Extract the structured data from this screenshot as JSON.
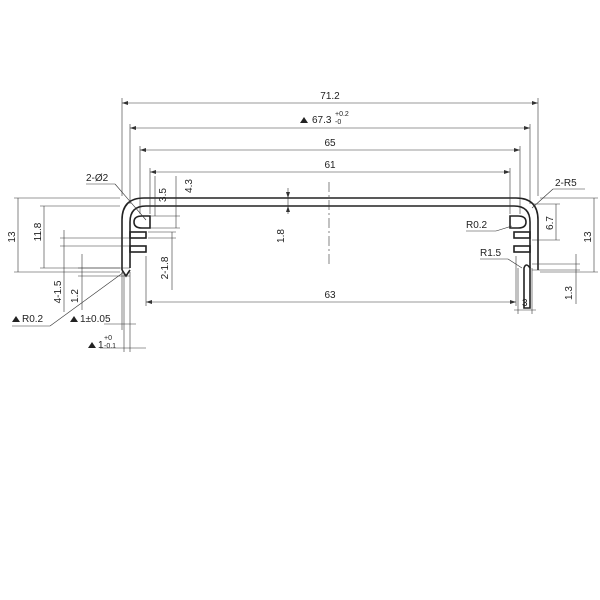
{
  "drawing": {
    "dims": {
      "overall_width": "71.2",
      "tol_width_value": "67.3",
      "tol_width_plus": "+0.2",
      "tol_width_minus": "-0",
      "inner_width_65": "65",
      "inner_width_61": "61",
      "holes": "2-Ø2",
      "radius_r5": "2-R5",
      "d_3_5": "3.5",
      "d_4_3": "4.3",
      "d_1_8": "1.8",
      "d_r0_2_right": "R0.2",
      "d_6_7": "6.7",
      "d_13_right": "13",
      "d_r1_5": "R1.5",
      "d_3": "3",
      "d_1_3": "1.3",
      "d_63": "63",
      "d_2_1_8": "2-1.8",
      "d_13_left": "13",
      "d_11_8": "11.8",
      "d_4_1_5": "4-1.5",
      "d_1_2": "1.2",
      "d_r0_2_left": "R0.2",
      "d_1_pm": "1±0.05",
      "d_1_tol_value": "1",
      "d_1_tol_plus": "+0",
      "d_1_tol_minus": "-0.1"
    },
    "colors": {
      "line": "#333333",
      "background": "#ffffff"
    }
  }
}
